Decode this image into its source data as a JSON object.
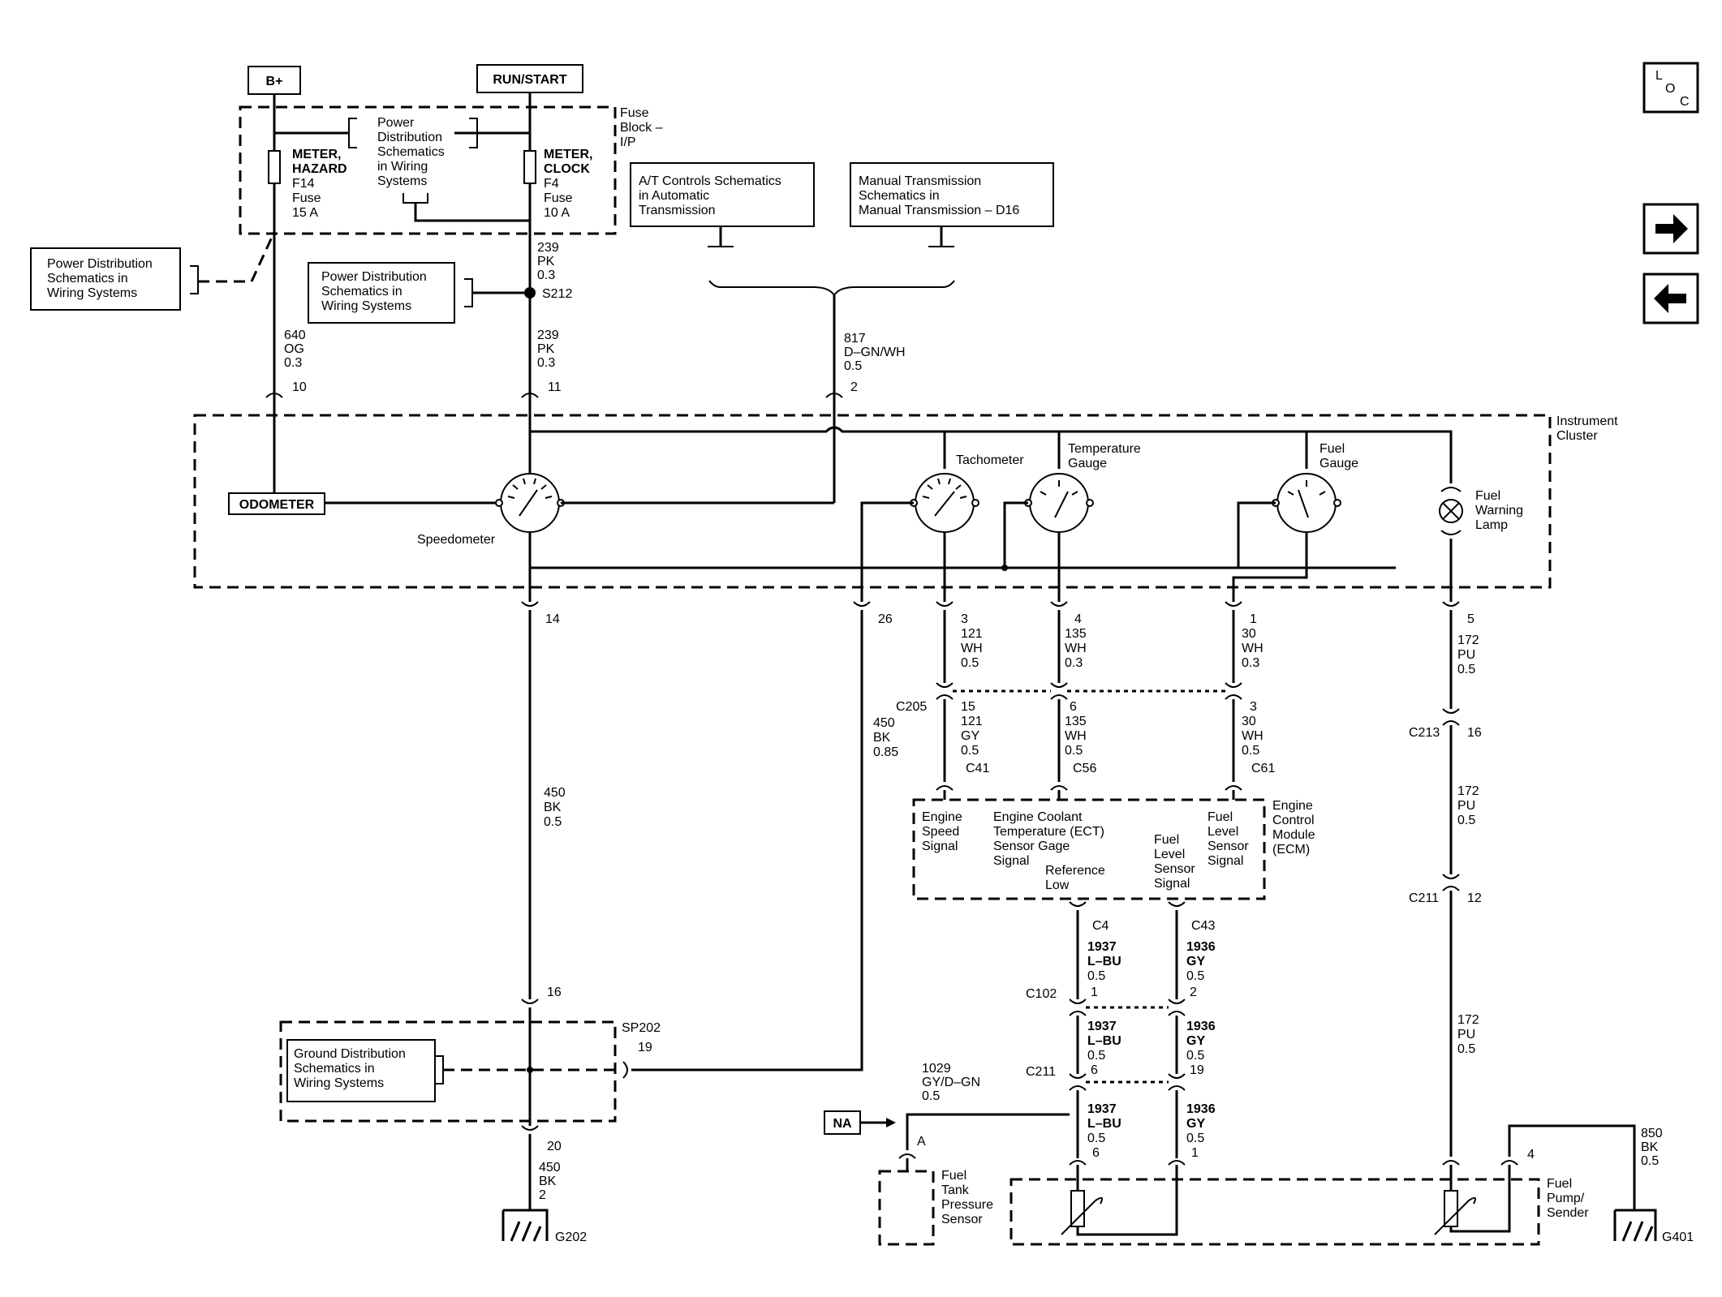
{
  "power": {
    "bplus": "B+",
    "runstart": "RUN/START"
  },
  "fuse_block": {
    "label": [
      "Fuse",
      "Block –",
      "I/P"
    ],
    "center_ref": [
      "Power",
      "Distribution",
      "Schematics",
      "in Wiring",
      "Systems"
    ],
    "f14": [
      "METER,",
      "HAZARD",
      "F14",
      "Fuse",
      "15 A"
    ],
    "f4": [
      "METER,",
      "CLOCK",
      "F4",
      "Fuse",
      "10 A"
    ]
  },
  "refs": {
    "pd_left": [
      "Power Distribution",
      "Schematics in",
      "Wiring Systems"
    ],
    "pd_mid": [
      "Power Distribution",
      "Schematics in",
      "Wiring Systems"
    ],
    "at": [
      "A/T Controls Schematics",
      "in Automatic",
      "Transmission"
    ],
    "mt": [
      "Manual Transmission",
      "Schematics in",
      "Manual Transmission – D16"
    ],
    "gd": [
      "Ground Distribution",
      "Schematics in",
      "Wiring Systems"
    ]
  },
  "wires": {
    "w239a": [
      "239",
      "PK",
      "0.3"
    ],
    "s212": "S212",
    "w640": [
      "640",
      "OG",
      "0.3"
    ],
    "w239b": [
      "239",
      "PK",
      "0.3"
    ],
    "w817": [
      "817",
      "D–GN/WH",
      "0.5"
    ],
    "pin10": "10",
    "pin11": "11",
    "pin2": "2",
    "pin14": "14",
    "pin26": "26",
    "pin3": "3",
    "w121a": [
      "121",
      "WH",
      "0.5"
    ],
    "pin4": "4",
    "w135a": [
      "135",
      "WH",
      "0.3"
    ],
    "pin1": "1",
    "w30a": [
      "30",
      "WH",
      "0.3"
    ],
    "pin5": "5",
    "w172a": [
      "172",
      "PU",
      "0.5"
    ],
    "c205": "C205",
    "pin15": "15",
    "w121b": [
      "121",
      "GY",
      "0.5"
    ],
    "pin6": "6",
    "w135b": [
      "135",
      "WH",
      "0.5"
    ],
    "pin3b": "3",
    "w30b": [
      "30",
      "WH",
      "0.5"
    ],
    "c41": "C41",
    "c56": "C56",
    "c61": "C61",
    "w450a": [
      "450",
      "BK",
      "0.85"
    ],
    "w450b": [
      "450",
      "BK",
      "0.5"
    ],
    "c213": "C213",
    "pin16a": "16",
    "w172b": [
      "172",
      "PU",
      "0.5"
    ],
    "c211a": "C211",
    "pin12": "12",
    "w172c": [
      "172",
      "PU",
      "0.5"
    ],
    "c4": "C4",
    "c43": "C43",
    "w1937a": [
      "1937",
      "L–BU",
      "0.5"
    ],
    "w1936a": [
      "1936",
      "GY",
      "0.5"
    ],
    "c102": "C102",
    "pinc102a": "1",
    "pinc102b": "2",
    "w1937b": [
      "1937",
      "L–BU",
      "0.5"
    ],
    "w1936b": [
      "1936",
      "GY",
      "0.5"
    ],
    "c211b": "C211",
    "pinc211a": "6",
    "pinc211b": "19",
    "w1029": [
      "1029",
      "GY/D–GN",
      "0.5"
    ],
    "w1937c": [
      "1937",
      "L–BU",
      "0.5"
    ],
    "w1936c": [
      "1936",
      "GY",
      "0.5"
    ],
    "pinc6": "6",
    "pinc1": "1",
    "na": "NA",
    "pinA": "A",
    "pin16b": "16",
    "sp202": "SP202",
    "pin19": "19",
    "pin20": "20",
    "w450c": [
      "450",
      "BK",
      "2"
    ],
    "g202": "G202",
    "pin4b": "4",
    "w850": [
      "850",
      "BK",
      "0.5"
    ],
    "g401": "G401"
  },
  "cluster": {
    "label": [
      "Instrument",
      "Cluster"
    ],
    "odometer": "ODOMETER",
    "speedometer": "Speedometer",
    "tachometer": "Tachometer",
    "temp": [
      "Temperature",
      "Gauge"
    ],
    "fuel": [
      "Fuel",
      "Gauge"
    ],
    "lamp": [
      "Fuel",
      "Warning",
      "Lamp"
    ]
  },
  "ecm": {
    "label": [
      "Engine",
      "Control",
      "Module",
      "(ECM)"
    ],
    "speed": [
      "Engine",
      "Speed",
      "Signal"
    ],
    "ect": [
      "Engine Coolant",
      "Temperature (ECT)",
      "Sensor Gage",
      "Signal"
    ],
    "ref": [
      "Reference",
      "Low"
    ],
    "fls": [
      "Fuel",
      "Level",
      "Sensor",
      "Signal"
    ],
    "fls2": [
      "Fuel",
      "Level",
      "Sensor",
      "Signal"
    ]
  },
  "sensors": {
    "ftps": [
      "Fuel",
      "Tank",
      "Pressure",
      "Sensor"
    ],
    "pump": [
      "Fuel",
      "Pump/",
      "Sender"
    ]
  },
  "nav": {
    "loc_l": "L",
    "loc_o": "O",
    "loc_c": "C"
  }
}
